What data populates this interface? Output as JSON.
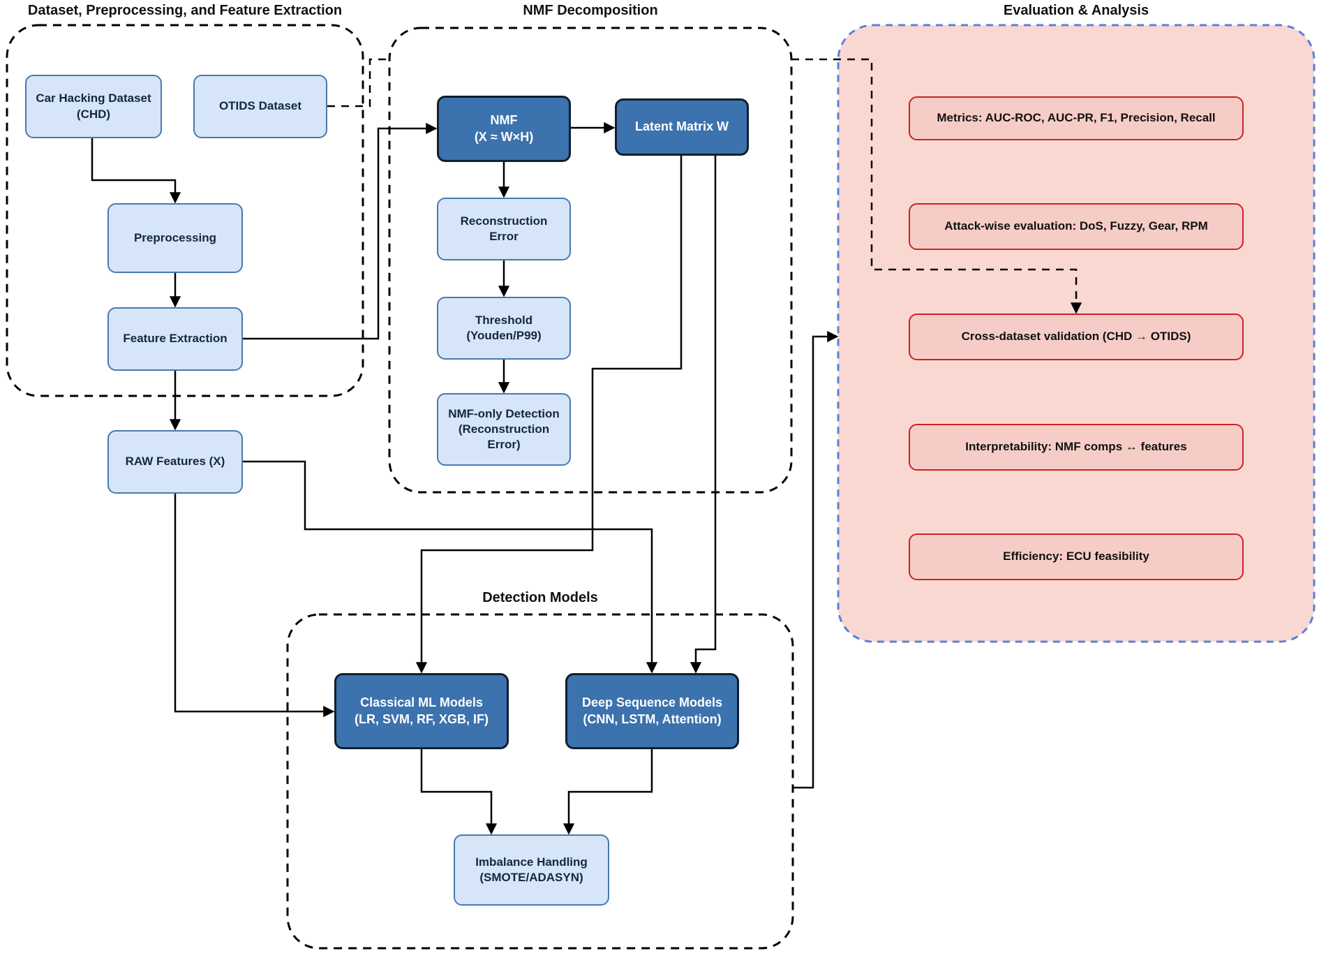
{
  "sections": {
    "dataset": {
      "title": "Dataset, Preprocessing, and Feature Extraction"
    },
    "nmf": {
      "title": "NMF Decomposition"
    },
    "evaluation": {
      "title": "Evaluation & Analysis"
    },
    "detection": {
      "title": "Detection Models"
    }
  },
  "nodes": {
    "chd": {
      "label": "Car Hacking Dataset\n(CHD)"
    },
    "otids": {
      "label": "OTIDS Dataset"
    },
    "preprocessing": {
      "label": "Preprocessing"
    },
    "feature_extraction": {
      "label": "Feature Extraction"
    },
    "raw_features": {
      "label": "RAW Features (X)"
    },
    "nmf": {
      "label": "NMF\n(X ≈ W×H)"
    },
    "latent_w": {
      "label": "Latent Matrix W"
    },
    "reconstruction_error": {
      "label": "Reconstruction\nError"
    },
    "threshold": {
      "label": "Threshold\n(Youden/P99)"
    },
    "nmf_only": {
      "label": "NMF-only Detection\n(Reconstruction\nError)"
    },
    "classical_ml": {
      "label": "Classical ML Models\n(LR, SVM, RF, XGB, IF)"
    },
    "deep_seq": {
      "label": "Deep Sequence Models\n(CNN, LSTM, Attention)"
    },
    "imbalance": {
      "label": "Imbalance Handling\n(SMOTE/ADASYN)"
    },
    "metrics": {
      "label": "Metrics: AUC-ROC, AUC-PR, F1, Precision, Recall"
    },
    "attack_wise": {
      "label": "Attack-wise evaluation: DoS, Fuzzy, Gear, RPM"
    },
    "cross_dataset": {
      "label": "Cross-dataset validation (CHD → OTIDS)"
    },
    "interpretability": {
      "label": "Interpretability: NMF comps ↔ features"
    },
    "efficiency": {
      "label": "Efficiency: ECU feasibility"
    }
  },
  "colors": {
    "light_node_fill": "#d6e5f8",
    "light_node_border": "#4a79ad",
    "dark_node_fill": "#3c72ad",
    "dark_node_border": "#0e1f2e",
    "eval_panel_fill": "#f9d8d2",
    "eval_panel_border": "#5b7fd8",
    "eval_box_fill": "#f6cdc6",
    "eval_box_border": "#cc2222",
    "connector": "#000000"
  }
}
